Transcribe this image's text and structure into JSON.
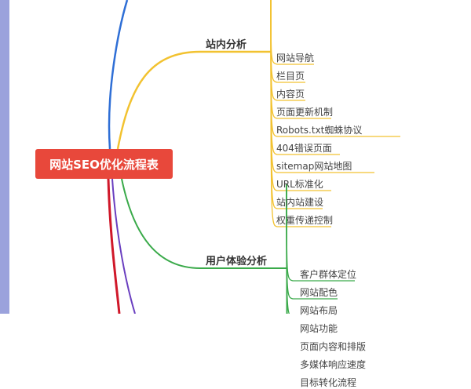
{
  "root": {
    "label": "网站SEO优化流程表",
    "color": "#e8483b"
  },
  "branches": [
    {
      "label": "站内分析",
      "color": "#f2c230",
      "items": [
        "网站导航",
        "栏目页",
        "内容页",
        "页面更新机制",
        "Robots.txt蜘蛛协议",
        "404错误页面",
        "sitemap网站地图",
        "URL标准化",
        "站内站建设",
        "权重传递控制"
      ]
    },
    {
      "label": "用户体验分析",
      "color": "#3aaa4a",
      "items": [
        "客户群体定位",
        "网站配色",
        "网站布局",
        "网站功能",
        "页面内容和排版",
        "多媒体响应速度",
        "目标转化流程"
      ]
    }
  ],
  "other_branch_colors": [
    "#2f6fd6",
    "#d0182a",
    "#6a3fc0"
  ]
}
